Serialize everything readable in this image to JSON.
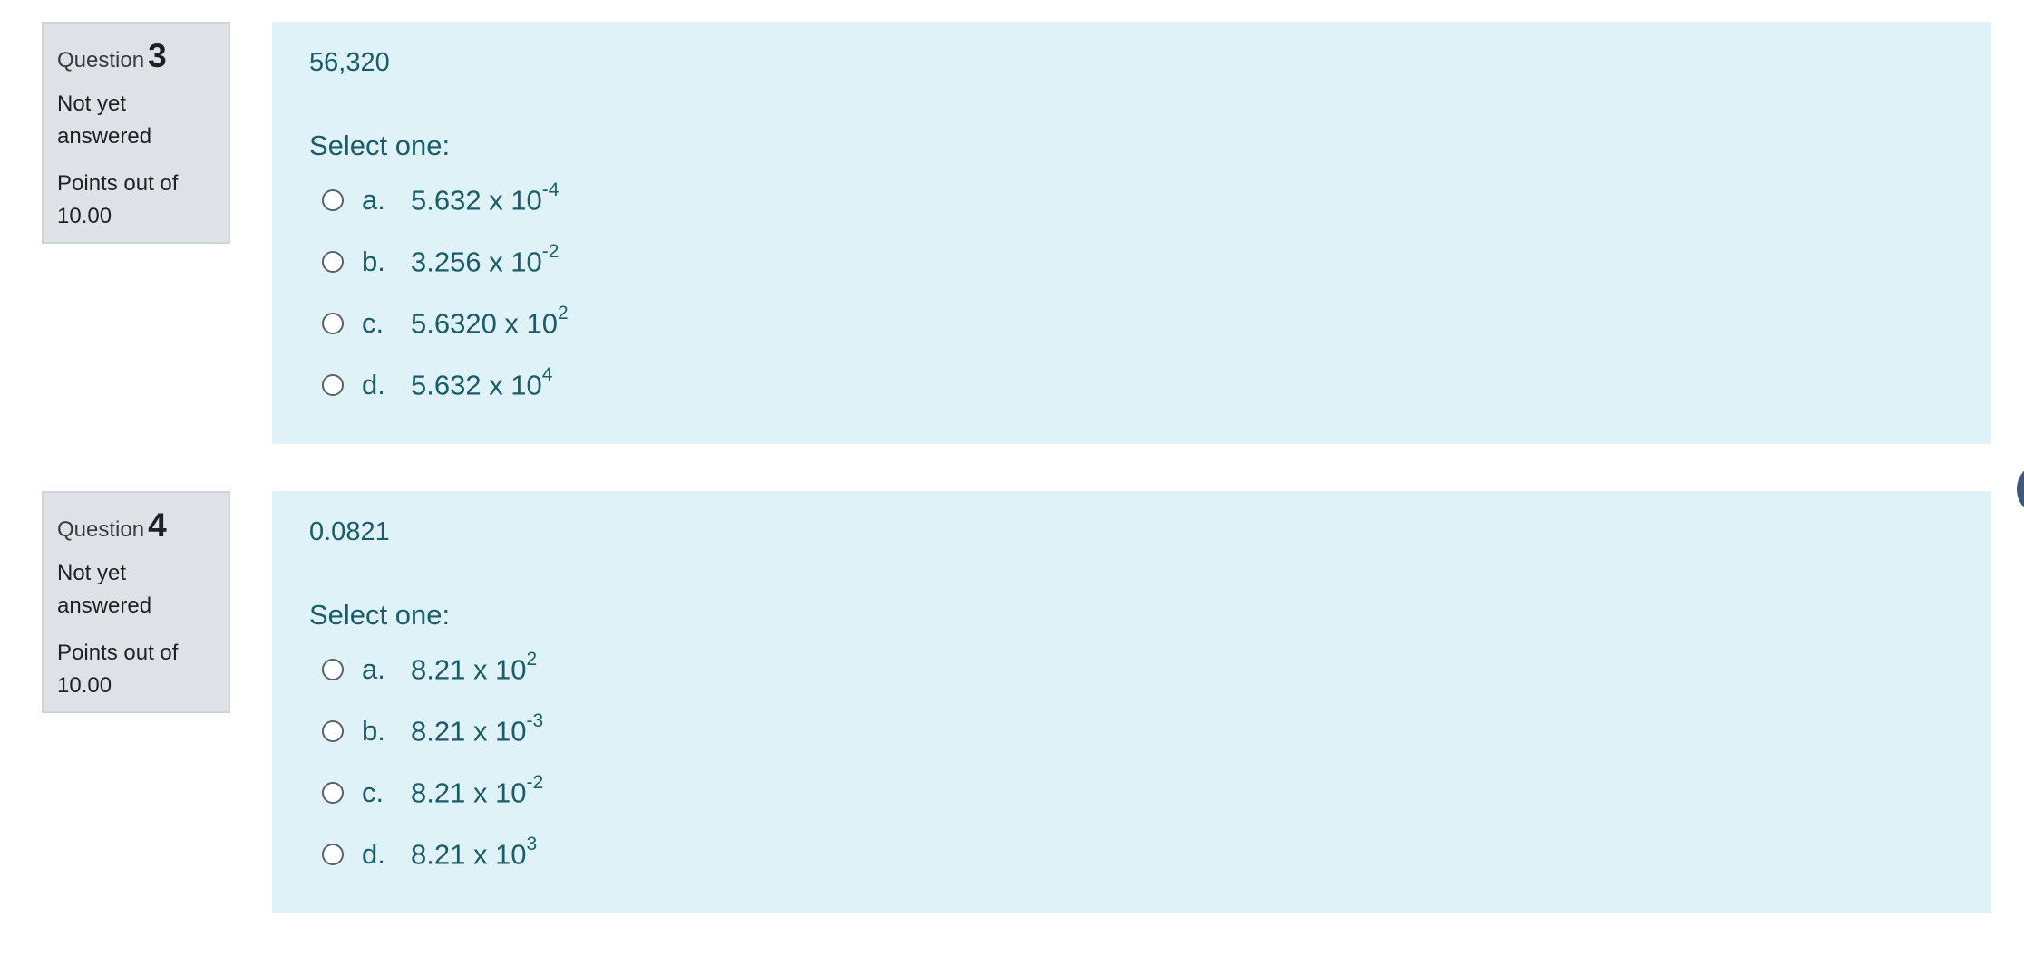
{
  "questions": [
    {
      "label": "Question",
      "number": "3",
      "state": "Not yet answered",
      "grade": "Points out of 10.00",
      "text": "56,320",
      "prompt": "Select one:",
      "answers": [
        {
          "letter": "a.",
          "base": "5.632 x 10",
          "exp": "-4"
        },
        {
          "letter": "b.",
          "base": "3.256 x 10",
          "exp": "-2"
        },
        {
          "letter": "c.",
          "base": "5.6320 x 10",
          "exp": "2"
        },
        {
          "letter": "d.",
          "base": "5.632 x 10",
          "exp": "4"
        }
      ]
    },
    {
      "label": "Question",
      "number": "4",
      "state": "Not yet answered",
      "grade": "Points out of 10.00",
      "text": "0.0821",
      "prompt": "Select one:",
      "answers": [
        {
          "letter": "a.",
          "base": "8.21 x 10",
          "exp": "2"
        },
        {
          "letter": "b.",
          "base": "8.21 x 10",
          "exp": "-3"
        },
        {
          "letter": "c.",
          "base": "8.21 x 10",
          "exp": "-2"
        },
        {
          "letter": "d.",
          "base": "8.21 x 10",
          "exp": "3"
        }
      ]
    }
  ],
  "colors": {
    "info_bg": "#dee2e6",
    "content_bg": "#def2f8",
    "content_text": "#1b5c6b",
    "bubble": "#3d5a7a"
  }
}
